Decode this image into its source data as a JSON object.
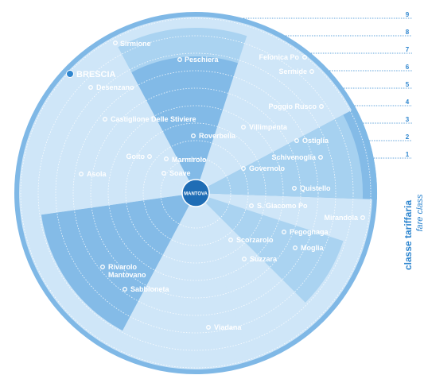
{
  "map": {
    "hub": "MANTOVA",
    "legend": {
      "title": "classe tariffaria",
      "subtitle": "fare class"
    },
    "fare_classes": [
      "1",
      "2",
      "3",
      "4",
      "5",
      "6",
      "7",
      "8",
      "9"
    ],
    "colors": {
      "sector_light": "#cfe6f8",
      "sector_mid": "#a8d2f0",
      "sector_dark": "#7fb8e6",
      "ring_line": "#ffffff",
      "hub": "#1f6db5",
      "accent": "#2f86cf",
      "marker": "#2f86cf"
    },
    "towns": [
      {
        "name": "Sirmione",
        "capital": false
      },
      {
        "name": "BRESCIA",
        "capital": true
      },
      {
        "name": "Desenzano",
        "capital": false
      },
      {
        "name": "Peschiera",
        "capital": false
      },
      {
        "name": "Felonica Po",
        "capital": false
      },
      {
        "name": "Sermide",
        "capital": false
      },
      {
        "name": "Castiglione Delle Stiviere",
        "capital": false
      },
      {
        "name": "Poggio Rusco",
        "capital": false
      },
      {
        "name": "Villimpenta",
        "capital": false
      },
      {
        "name": "Roverbella",
        "capital": false
      },
      {
        "name": "Ostiglia",
        "capital": false
      },
      {
        "name": "Goito",
        "capital": false
      },
      {
        "name": "Marmirolo",
        "capital": false
      },
      {
        "name": "Schivenoglia",
        "capital": false
      },
      {
        "name": "Governolo",
        "capital": false
      },
      {
        "name": "Asola",
        "capital": false
      },
      {
        "name": "Soave",
        "capital": false
      },
      {
        "name": "Quistello",
        "capital": false
      },
      {
        "name": "S. Giacomo Po",
        "capital": false
      },
      {
        "name": "Mirandola",
        "capital": false
      },
      {
        "name": "Pegognaga",
        "capital": false
      },
      {
        "name": "Scorzarolo",
        "capital": false
      },
      {
        "name": "Moglia",
        "capital": false
      },
      {
        "name": "Suzzara",
        "capital": false
      },
      {
        "name": "Rivarolo Mantovano",
        "capital": false
      },
      {
        "name": "Sabbioneta",
        "capital": false
      },
      {
        "name": "Viadana",
        "capital": false
      }
    ]
  }
}
